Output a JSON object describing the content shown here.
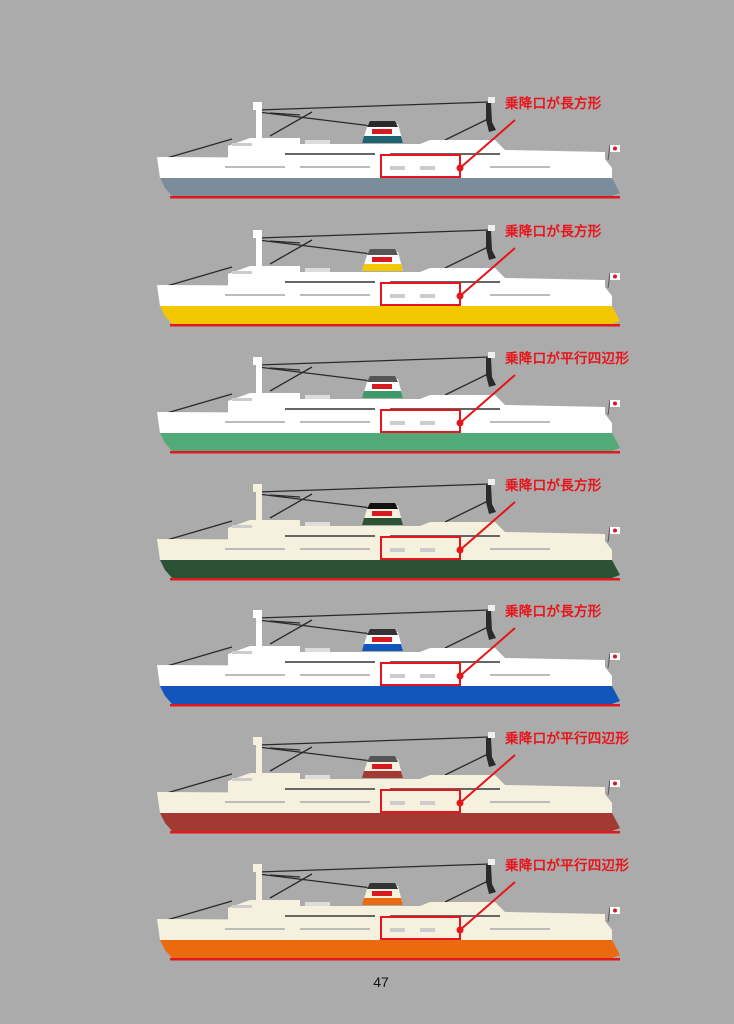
{
  "ships": [
    {
      "label": "乗降口が長方形",
      "hull_color": "#7b8d9b",
      "upper_color": "#ffffff",
      "funnel_band": "#1f6272",
      "funnel_top": "#2a2a2a"
    },
    {
      "label": "乗降口が長方形",
      "hull_color": "#f3c800",
      "upper_color": "#ffffff",
      "funnel_band": "#f3c800",
      "funnel_top": "#555555"
    },
    {
      "label": "乗降口が平行四辺形",
      "hull_color": "#52aa78",
      "upper_color": "#ffffff",
      "funnel_band": "#3c9a68",
      "funnel_top": "#555555"
    },
    {
      "label": "乗降口が長方形",
      "hull_color": "#2c5235",
      "upper_color": "#f6f0df",
      "funnel_band": "#2c5235",
      "funnel_top": "#111111"
    },
    {
      "label": "乗降口が長方形",
      "hull_color": "#1256bb",
      "upper_color": "#ffffff",
      "funnel_band": "#1256bb",
      "funnel_top": "#333333"
    },
    {
      "label": "乗降口が平行四辺形",
      "hull_color": "#a23a33",
      "upper_color": "#f6f0df",
      "funnel_band": "#a23a33",
      "funnel_top": "#555555"
    },
    {
      "label": "乗降口が平行四辺形",
      "hull_color": "#ea6a10",
      "upper_color": "#f6f0df",
      "funnel_band": "#ea6a10",
      "funnel_top": "#333333"
    }
  ],
  "accent_color": "#e8141b",
  "page_number": "47"
}
